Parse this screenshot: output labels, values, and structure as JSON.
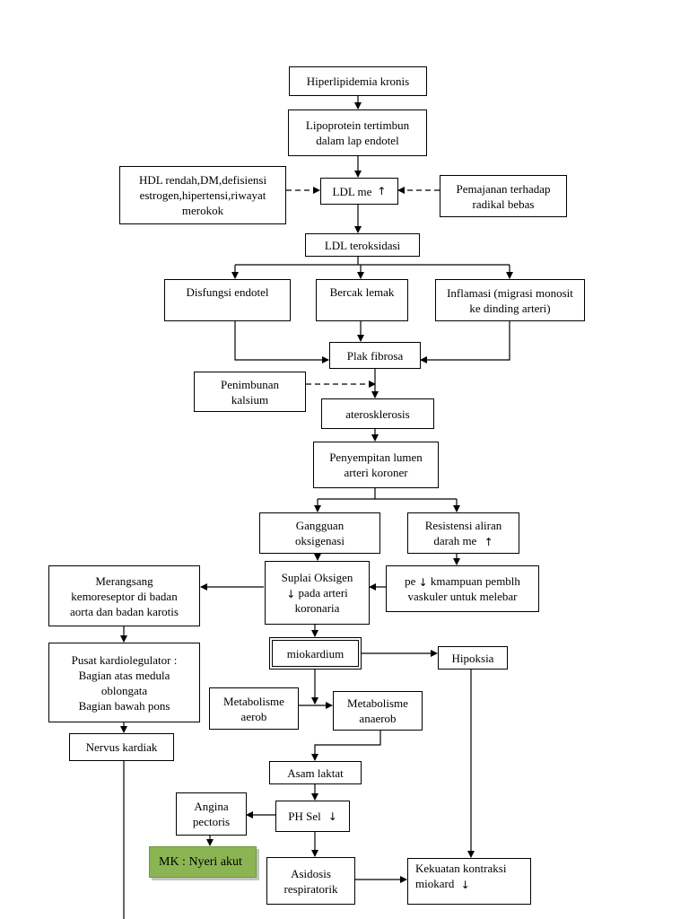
{
  "arrow_up": "↑",
  "arrow_down": "↓",
  "nodes": {
    "hiperlipidemia": "Hiperlipidemia kronis",
    "lipoprotein": "Lipoprotein tertimbun\ndalam lap endotel",
    "hdl": "HDL rendah,DM,defisiensi\nestrogen,hipertensi,riwayat\nmerokok",
    "ldl_me": "LDL me",
    "pemajanan": "Pemajanan terhadap\nradikal bebas",
    "ldl_teroksidasi": "LDL teroksidasi",
    "disfungsi": "Disfungsi endotel",
    "bercak": "Bercak lemak",
    "inflamasi": "Inflamasi (migrasi monosit\nke dinding arteri)",
    "plak": "Plak fibrosa",
    "penimbunan": "Penimbunan\nkalsium",
    "aterosklerosis": "aterosklerosis",
    "penyempitan": "Penyempitan lumen\narteri koroner",
    "gangguan": "Gangguan\noksigenasi",
    "resistensi_1": "Resistensi aliran",
    "resistensi_2": "darah me",
    "suplai_1": "Suplai Oksigen",
    "suplai_2": "pada arteri",
    "suplai_3": "koronaria",
    "kemampuan_1": "pe",
    "kemampuan_2": "kmampuan pemblh",
    "kemampuan_3": "vaskuler untuk melebar",
    "merangsang": "Merangsang\nkemoreseptor di badan\naorta dan badan karotis",
    "miokardium": "miokardium",
    "hipoksia": "Hipoksia",
    "pusat": "Pusat kardiolegulator :\nBagian atas medula\noblongata\nBagian bawah pons",
    "met_aerob": "Metabolisme\naerob",
    "met_anaerob": "Metabolisme\nanaerob",
    "nervus": "Nervus kardiak",
    "asam": "Asam laktat",
    "angina": "Angina\npectoris",
    "ph_sel": "PH Sel",
    "mk": "MK : Nyeri akut",
    "asidosis": "Asidosis\nrespiratorik",
    "kekuatan_1": "Kekuatan kontraksi",
    "kekuatan_2": "miokard"
  }
}
